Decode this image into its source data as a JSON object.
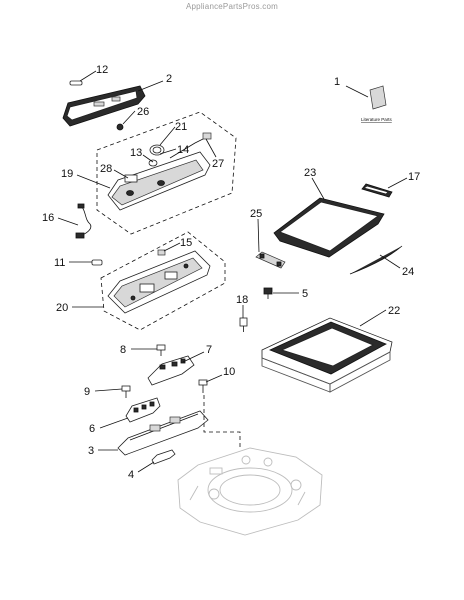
{
  "watermark": "AppliancePartsPros.com",
  "callouts": {
    "c1": "1",
    "c2": "2",
    "c3": "3",
    "c4": "4",
    "c5": "5",
    "c6": "6",
    "c7": "7",
    "c8": "8",
    "c9": "9",
    "c10": "10",
    "c11": "11",
    "c12": "12",
    "c13": "13",
    "c14": "14",
    "c15": "15",
    "c16": "16",
    "c17": "17",
    "c18": "18",
    "c19": "19",
    "c20": "20",
    "c21": "21",
    "c22": "22",
    "c23": "23",
    "c24": "24",
    "c25": "25",
    "c26": "26",
    "c27": "27",
    "c28": "28"
  },
  "literature_label": "Literature Parts"
}
